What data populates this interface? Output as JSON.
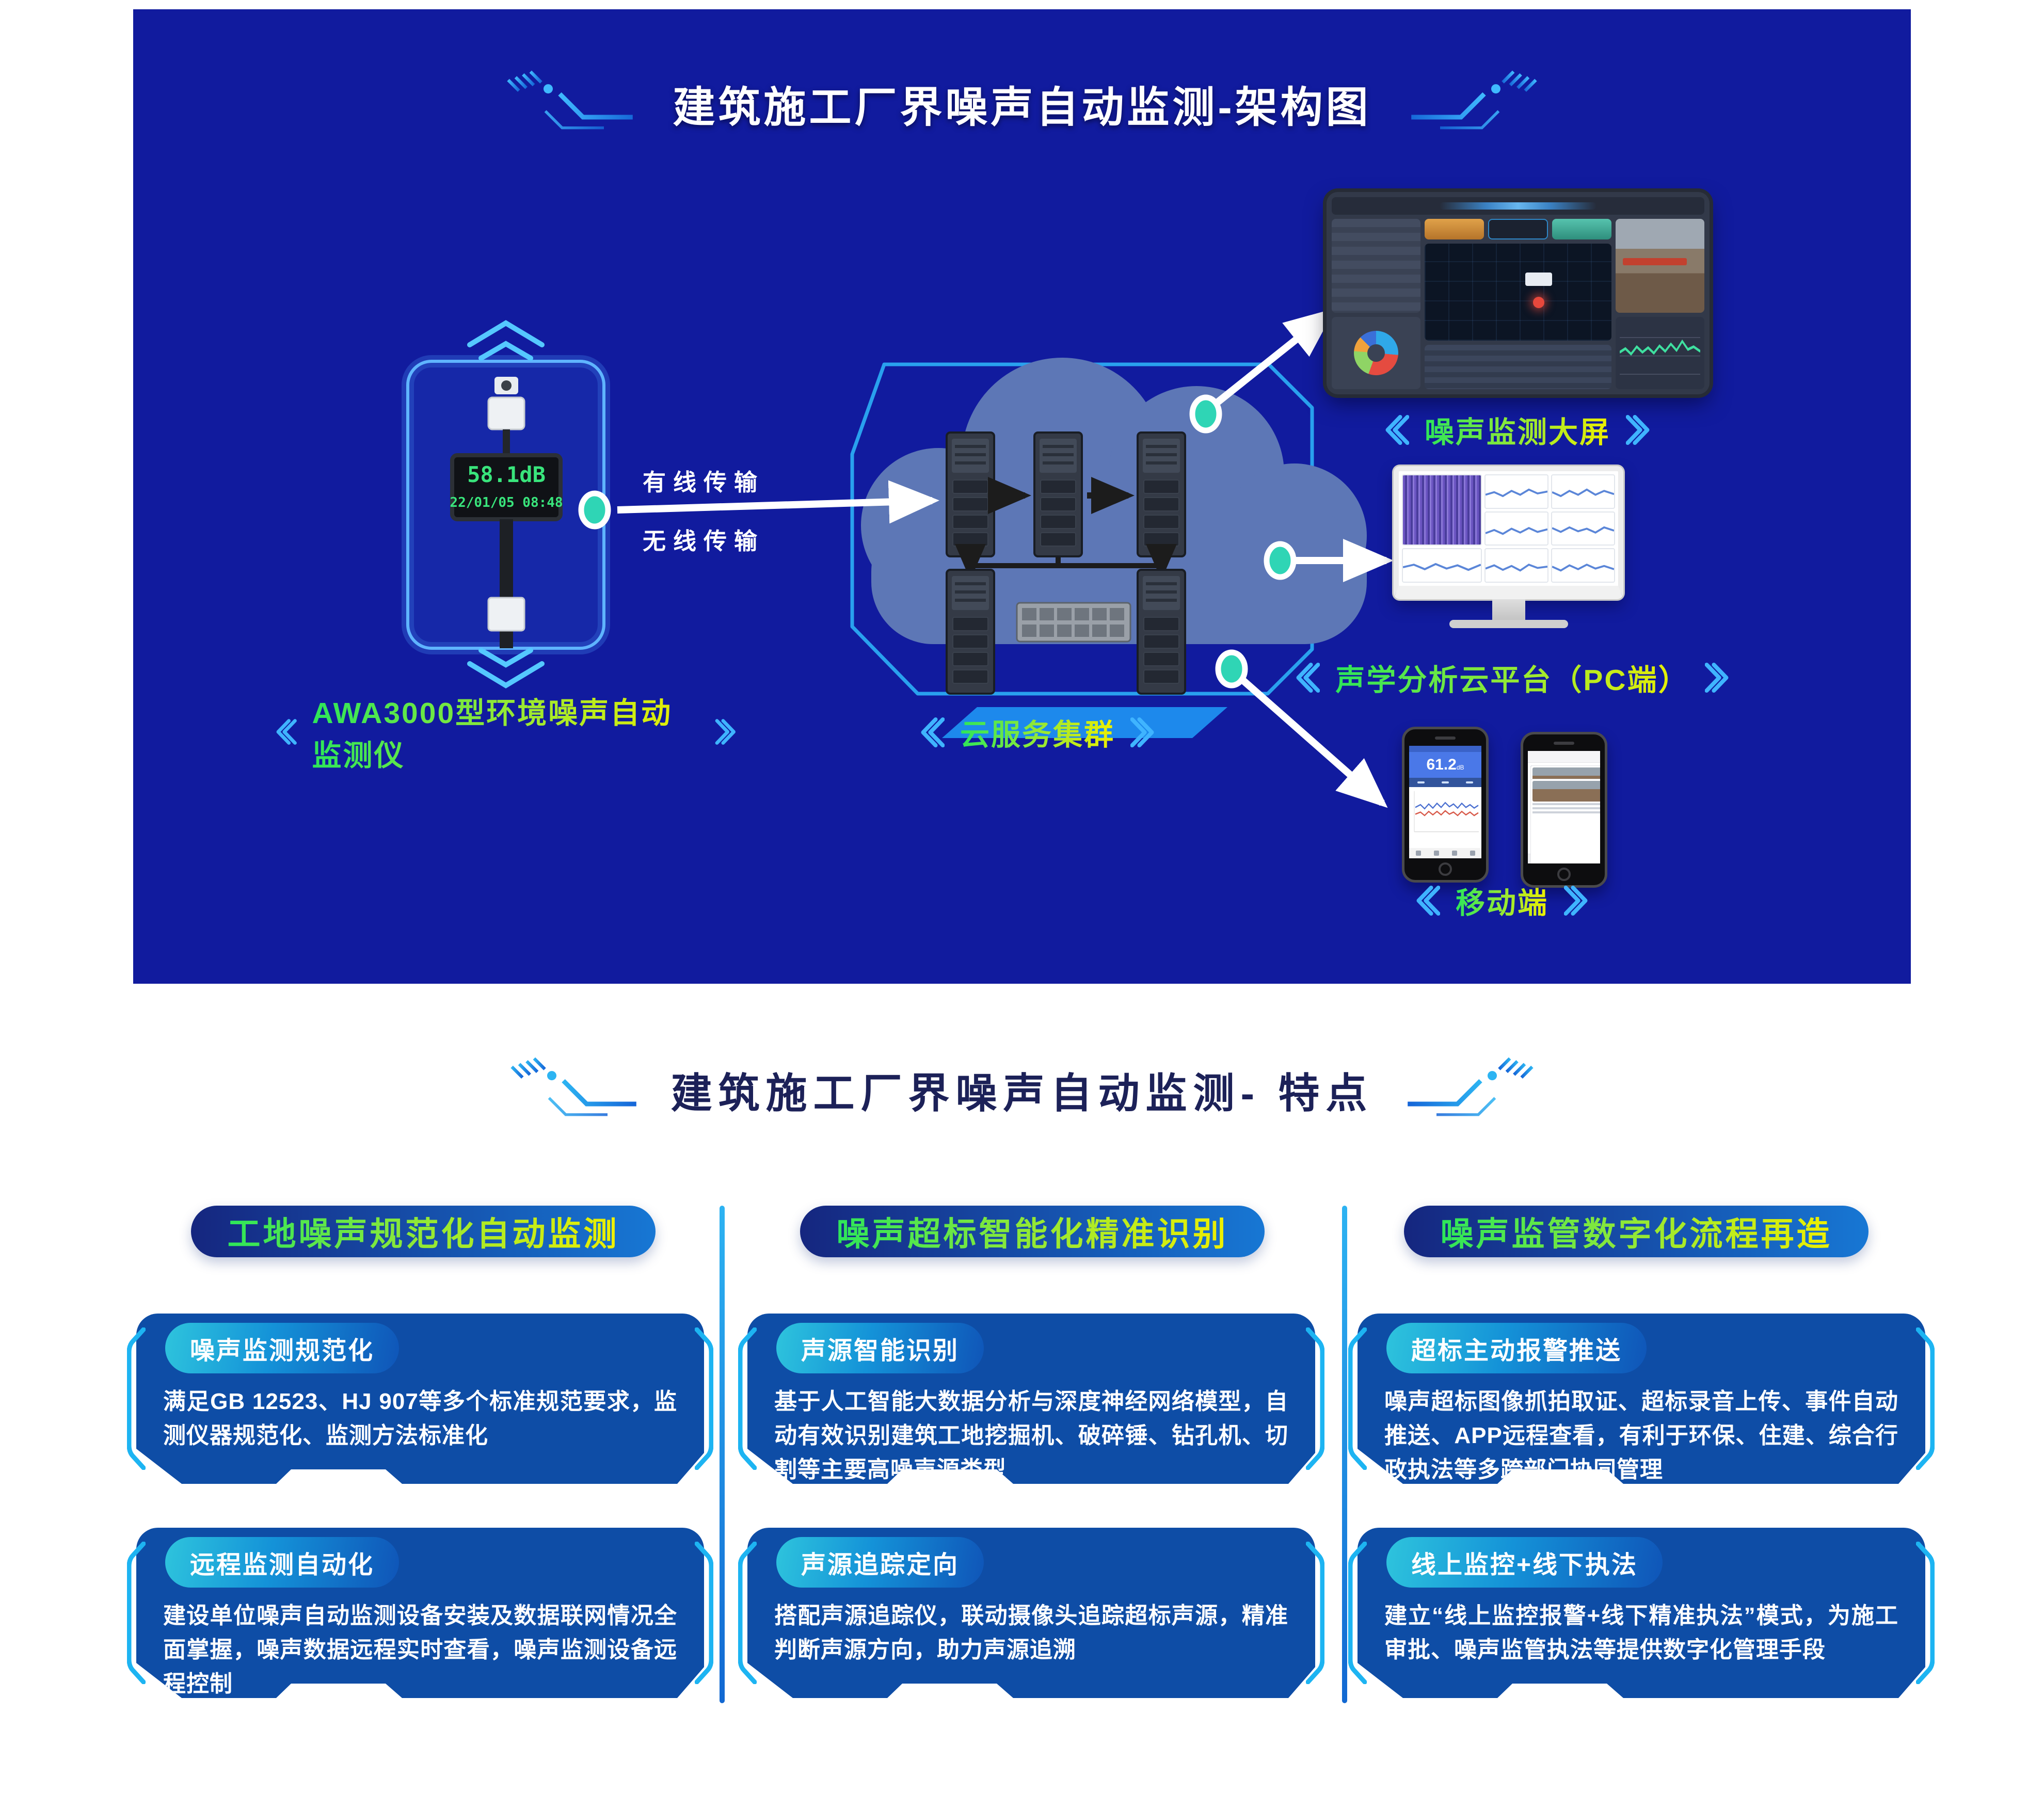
{
  "architecture": {
    "title": "建筑施工厂界噪声自动监测-架构图",
    "device": {
      "display_value": "58.1dB",
      "display_datetime": "22/01/05 08:48",
      "label": "AWA3000型环境噪声自动监测仪"
    },
    "transmission": {
      "wired": "有线传输",
      "wireless": "无线传输"
    },
    "cloud_label": "云服务集群",
    "outputs": {
      "big_screen": "噪声监测大屏",
      "pc": "声学分析云平台（PC端）",
      "mobile": "移动端"
    },
    "mobile_app": {
      "reading": "61.2",
      "unit": "dB"
    }
  },
  "features": {
    "title": "建筑施工厂界噪声自动监测- 特点",
    "columns": [
      {
        "header": "工地噪声规范化自动监测",
        "cards": [
          {
            "tag": "噪声监测规范化",
            "body": "满足GB 12523、HJ 907等多个标准规范要求，监测仪器规范化、监测方法标准化"
          },
          {
            "tag": "远程监测自动化",
            "body": "建设单位噪声自动监测设备安装及数据联网情况全面掌握，噪声数据远程实时查看，噪声监测设备远程控制"
          }
        ]
      },
      {
        "header": "噪声超标智能化精准识别",
        "cards": [
          {
            "tag": "声源智能识别",
            "body": "基于人工智能大数据分析与深度神经网络模型，自动有效识别建筑工地挖掘机、破碎锤、钻孔机、切割等主要高噪声源类型"
          },
          {
            "tag": "声源追踪定向",
            "body": "搭配声源追踪仪，联动摄像头追踪超标声源，精准判断声源方向，助力声源追溯"
          }
        ]
      },
      {
        "header": "噪声监管数字化流程再造",
        "cards": [
          {
            "tag": "超标主动报警推送",
            "body": "噪声超标图像抓拍取证、超标录音上传、事件自动推送、APP远程查看，有利于环保、住建、综合行政执法等多跨部门协同管理"
          },
          {
            "tag": "线上监控+线下执法",
            "body": "建立“线上监控报警+线下精准执法”模式，为施工审批、噪声监管执法等提供数字化管理手段"
          }
        ]
      }
    ]
  },
  "colors": {
    "banner_bg": "#111b9e",
    "card_bg": "#0e4da6",
    "accent_cyan": "#1db4f2",
    "node_teal": "#2fd5b5",
    "label_gradient_start": "#2de65a",
    "label_gradient_end": "#efef00",
    "led_green": "#39e57c"
  }
}
